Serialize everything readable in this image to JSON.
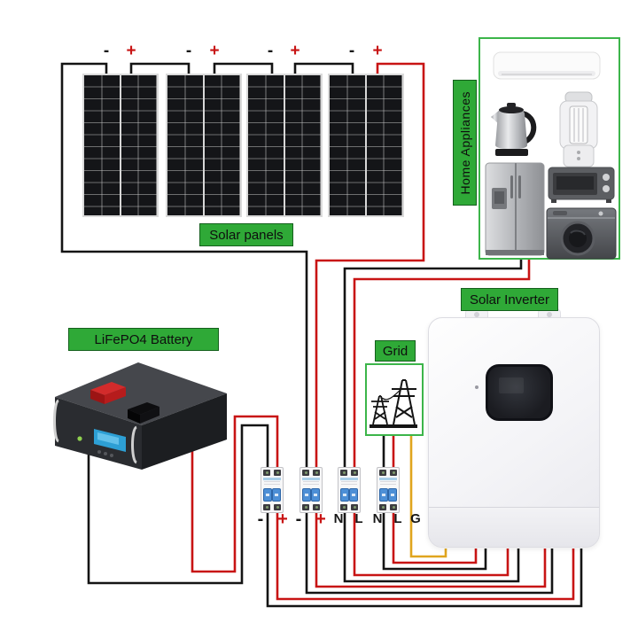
{
  "labels": {
    "solar_panels": "Solar panels",
    "home_appliances": "Home Appliances",
    "solar_inverter": "Solar Inverter",
    "battery": "LiFePO4 Battery",
    "grid": "Grid"
  },
  "solar_panels": {
    "count": 4
  },
  "breakers": {
    "count": 4
  },
  "panel_terminals": [
    {
      "label": "-"
    },
    {
      "label": "+"
    },
    {
      "label": "-"
    },
    {
      "label": "+"
    },
    {
      "label": "-"
    },
    {
      "label": "+"
    },
    {
      "label": "-"
    },
    {
      "label": "+"
    }
  ],
  "breaker_terminals": [
    {
      "label": "-",
      "color": "black"
    },
    {
      "label": "+",
      "color": "red"
    },
    {
      "label": "-",
      "color": "black"
    },
    {
      "label": "+",
      "color": "red"
    },
    {
      "label": "N",
      "color": "black"
    },
    {
      "label": "L",
      "color": "black"
    },
    {
      "label": "N",
      "color": "black"
    },
    {
      "label": "L",
      "color": "black"
    },
    {
      "label": "G",
      "color": "black"
    }
  ],
  "appliance_icons": [
    "air-conditioner-icon",
    "electric-kettle-icon",
    "blender-icon",
    "refrigerator-icon",
    "toaster-oven-icon",
    "washing-machine-icon"
  ],
  "grid_icon": "transmission-towers-icon",
  "connections": [
    {
      "name": "pv-string-bridge-1",
      "color": "black",
      "from": "panel-1 +",
      "to": "panel-2 -"
    },
    {
      "name": "pv-string-bridge-2",
      "color": "black",
      "from": "panel-2 +",
      "to": "panel-3 -"
    },
    {
      "name": "pv-string-bridge-3",
      "color": "black",
      "from": "panel-3 +",
      "to": "panel-4 -"
    },
    {
      "name": "pv-negative",
      "color": "black",
      "from": "panel-1 -",
      "to": "breaker-2 then inverter"
    },
    {
      "name": "pv-positive",
      "color": "red",
      "from": "panel-4 +",
      "to": "breaker-2 then inverter"
    },
    {
      "name": "battery-negative",
      "color": "black",
      "from": "battery",
      "to": "breaker-1 then inverter"
    },
    {
      "name": "battery-positive",
      "color": "red",
      "from": "battery",
      "to": "breaker-1 then inverter"
    },
    {
      "name": "appliances-neutral",
      "color": "black",
      "from": "home-appliances",
      "to": "breaker-3 then inverter"
    },
    {
      "name": "appliances-live",
      "color": "red",
      "from": "home-appliances",
      "to": "breaker-3 then inverter"
    },
    {
      "name": "grid-neutral",
      "color": "black",
      "from": "grid",
      "to": "breaker-4 then inverter"
    },
    {
      "name": "grid-live",
      "color": "red",
      "from": "grid",
      "to": "breaker-4 then inverter"
    },
    {
      "name": "grid-ground",
      "color": "yellow",
      "from": "grid",
      "to": "inverter G terminal"
    }
  ],
  "colors": {
    "label_green": "#2fa937",
    "border_green": "#3cb54a",
    "wire_red": "#c81414",
    "wire_black": "#141414",
    "wire_ground": "#e0a51e",
    "toggle_blue": "#4d8fd6"
  }
}
